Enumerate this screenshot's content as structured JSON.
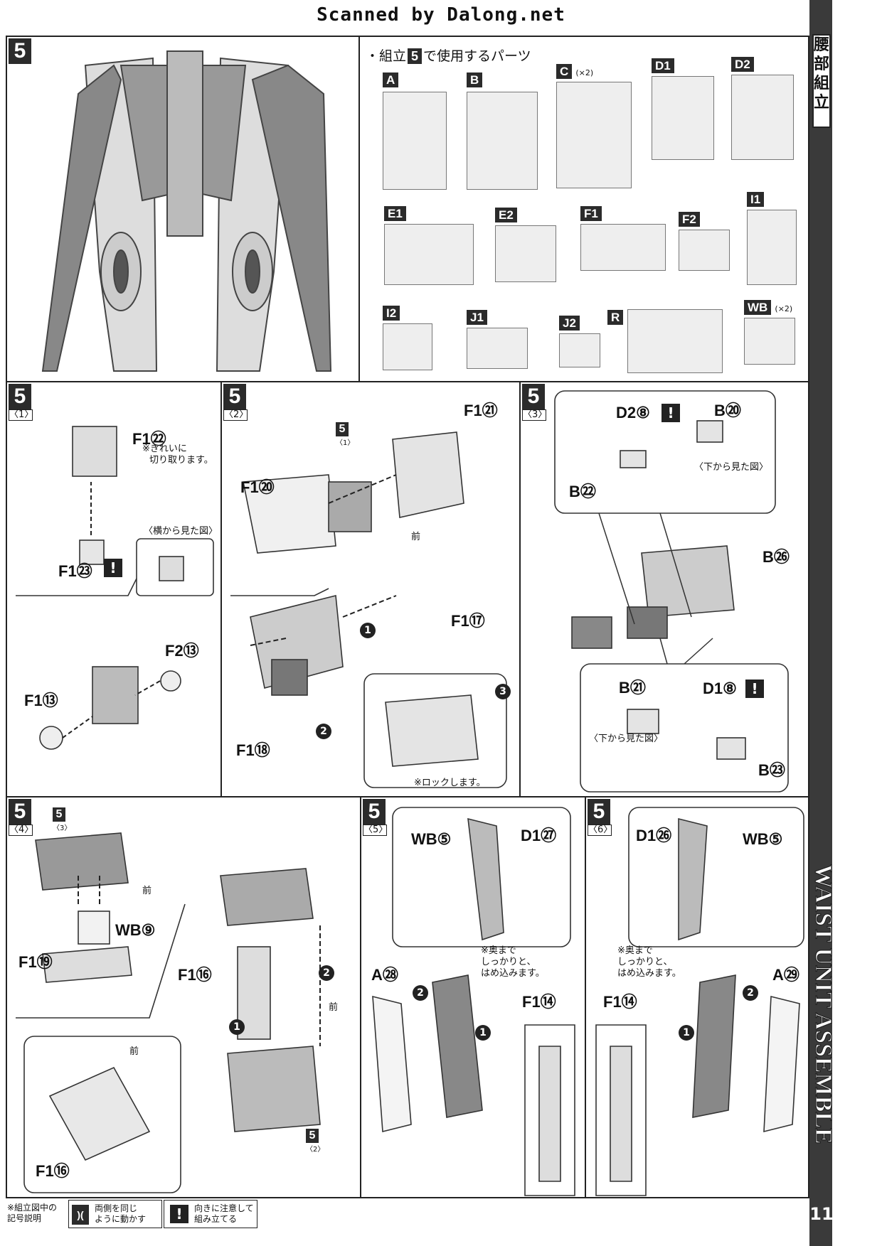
{
  "header": {
    "watermark": "Scanned by Dalong.net"
  },
  "sidebar": {
    "title_jp": [
      "腰",
      "部",
      "組",
      "立"
    ],
    "title_en": "WAIST UNIT ASSEMBLE",
    "page_number": "11"
  },
  "step_main": {
    "number": "5",
    "parts_heading": "・組立",
    "parts_heading_step": "5",
    "parts_heading_tail": "で使用するパーツ",
    "runners": [
      {
        "tag": "A",
        "mult": ""
      },
      {
        "tag": "B",
        "mult": ""
      },
      {
        "tag": "C",
        "mult": "(×2)"
      },
      {
        "tag": "D1",
        "mult": ""
      },
      {
        "tag": "D2",
        "mult": ""
      },
      {
        "tag": "E1",
        "mult": ""
      },
      {
        "tag": "E2",
        "mult": ""
      },
      {
        "tag": "F1",
        "mult": ""
      },
      {
        "tag": "F2",
        "mult": ""
      },
      {
        "tag": "I1",
        "mult": ""
      },
      {
        "tag": "I2",
        "mult": ""
      },
      {
        "tag": "J1",
        "mult": ""
      },
      {
        "tag": "J2",
        "mult": ""
      },
      {
        "tag": "R",
        "mult": ""
      },
      {
        "tag": "WB",
        "mult": "(×2)"
      }
    ]
  },
  "substep1": {
    "number": "5",
    "sub": "〈1〉",
    "f1_22": "F1㉒",
    "note_cut": "※きれいに",
    "note_cut2": "切り取ります。",
    "view_side": "〈横から見た図〉",
    "f1_23": "F1㉓",
    "f2_13": "F2⑬",
    "f1_13": "F1⑬"
  },
  "substep2": {
    "number": "5",
    "sub": "〈2〉",
    "ref": "5",
    "ref_sub": "〈1〉",
    "f1_21": "F1㉑",
    "f1_20": "F1⑳",
    "front": "前",
    "f1_17": "F1⑰",
    "f1_18": "F1⑱",
    "lock": "※ロックします。",
    "num1": "1",
    "num2": "2",
    "num3": "3"
  },
  "substep3": {
    "number": "5",
    "sub": "〈3〉",
    "d2_8": "D2⑧",
    "b20": "B⑳",
    "b22": "B㉒",
    "view_bottom": "〈下から見た図〉",
    "b26": "B㉖",
    "b21": "B㉑",
    "d1_8": "D1⑧",
    "view_bottom2": "〈下から見た図〉",
    "b23": "B㉓"
  },
  "substep4": {
    "number": "5",
    "sub": "〈4〉",
    "ref": "5",
    "ref_sub": "〈3〉",
    "front": "前",
    "wb9": "WB⑨",
    "f1_19": "F1⑲",
    "f1_16": "F1⑯",
    "front2": "前",
    "front3": "前",
    "f1_16b": "F1⑯",
    "ref2": "5",
    "ref2_sub": "〈2〉",
    "num1": "1",
    "num2": "2"
  },
  "substep5": {
    "number": "5",
    "sub": "〈5〉",
    "wb5": "WB⑤",
    "d1_27": "D1㉗",
    "note1": "※奥まで",
    "note2": "しっかりと、",
    "note3": "はめ込みます。",
    "a28": "A㉘",
    "f1_14": "F1⑭",
    "num1": "1",
    "num2": "2"
  },
  "substep6": {
    "number": "5",
    "sub": "〈6〉",
    "d1_26": "D1㉖",
    "wb5": "WB⑤",
    "note1": "※奥まで",
    "note2": "しっかりと、",
    "note3": "はめ込みます。",
    "a29": "A㉙",
    "f1_14": "F1⑭",
    "num1": "1",
    "num2": "2"
  },
  "legend": {
    "title1": "※組立図中の",
    "title2": "記号説明",
    "sym1_text1": "両側を同じ",
    "sym1_text2": "ように動かす",
    "sym2_text1": "向きに注意して",
    "sym2_text2": "組み立てる"
  },
  "warn_mark": "!"
}
